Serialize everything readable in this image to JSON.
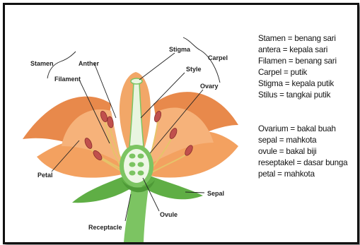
{
  "labels": {
    "stamen": "Stamen",
    "anther": "Anther",
    "filament": "Filament",
    "stigma": "Stigma",
    "carpel": "Carpel",
    "style": "Style",
    "ovary": "Ovary",
    "petal": "Petal",
    "sepal": "Sepal",
    "ovule": "Ovule",
    "receptacle": "Receptacle"
  },
  "legend": [
    "Stamen = benang sari",
    "antera = kepala sari",
    "Filamen = benang sari",
    "Carpel = putik",
    "Stigma = kepala putik",
    "Stilus = tangkai putik",
    "Ovarium = bakal buah",
    "sepal = mahkota",
    "ovule = bakal biji",
    "reseptakel = dasar bunga",
    "petal = mahkota"
  ],
  "colors": {
    "petal": "#f3a160",
    "petal_dark": "#d9773a",
    "sepal": "#5fae45",
    "stem": "#7cc462",
    "anther": "#c0504d",
    "filament": "#e6c36a"
  }
}
